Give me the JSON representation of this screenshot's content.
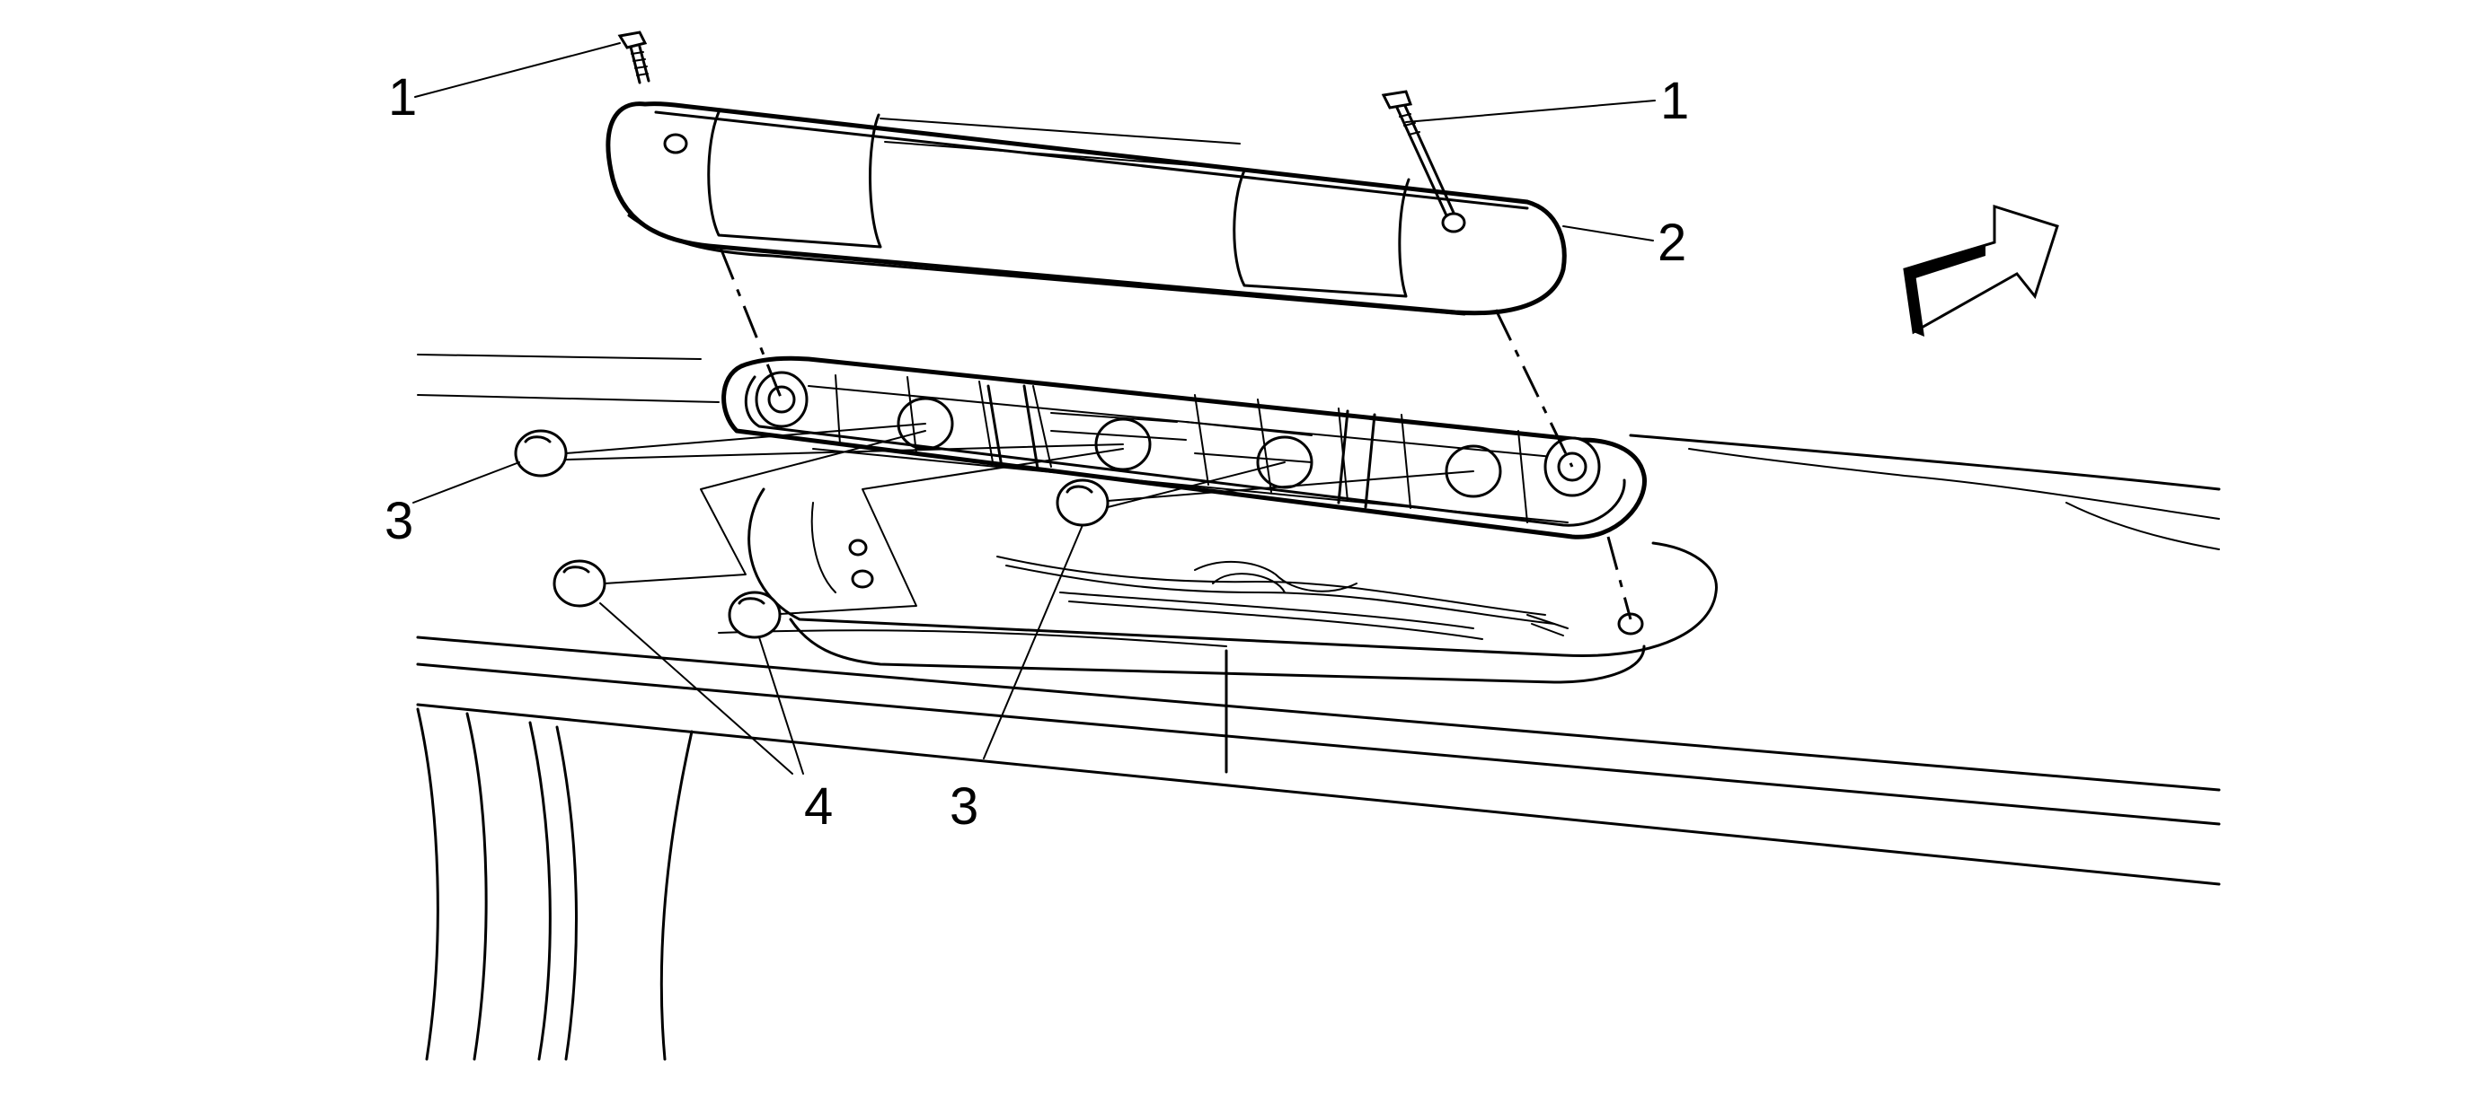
{
  "callouts": {
    "c1a": "1",
    "c1b": "1",
    "c2": "2",
    "c3a": "3",
    "c3b": "3",
    "c4": "4"
  },
  "colors": {
    "line": "#000000",
    "background": "#ffffff"
  }
}
